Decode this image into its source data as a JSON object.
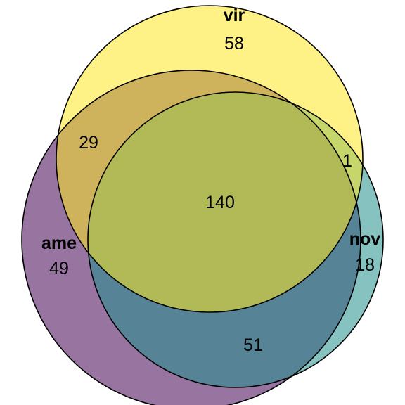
{
  "sets": [
    {
      "id": "vir",
      "label": "vir",
      "count": "58",
      "fill": "#fde725"
    },
    {
      "id": "ame",
      "label": "ame",
      "count": "49",
      "fill": "#440154"
    },
    {
      "id": "nov",
      "label": "nov",
      "count": "18",
      "fill": "#21908c"
    }
  ],
  "intersections": {
    "vir_ame": "29",
    "vir_nov": "1",
    "ame_nov": "51",
    "all": "140"
  },
  "colors": {
    "outline": "#000000",
    "background": "#ffffff"
  }
}
